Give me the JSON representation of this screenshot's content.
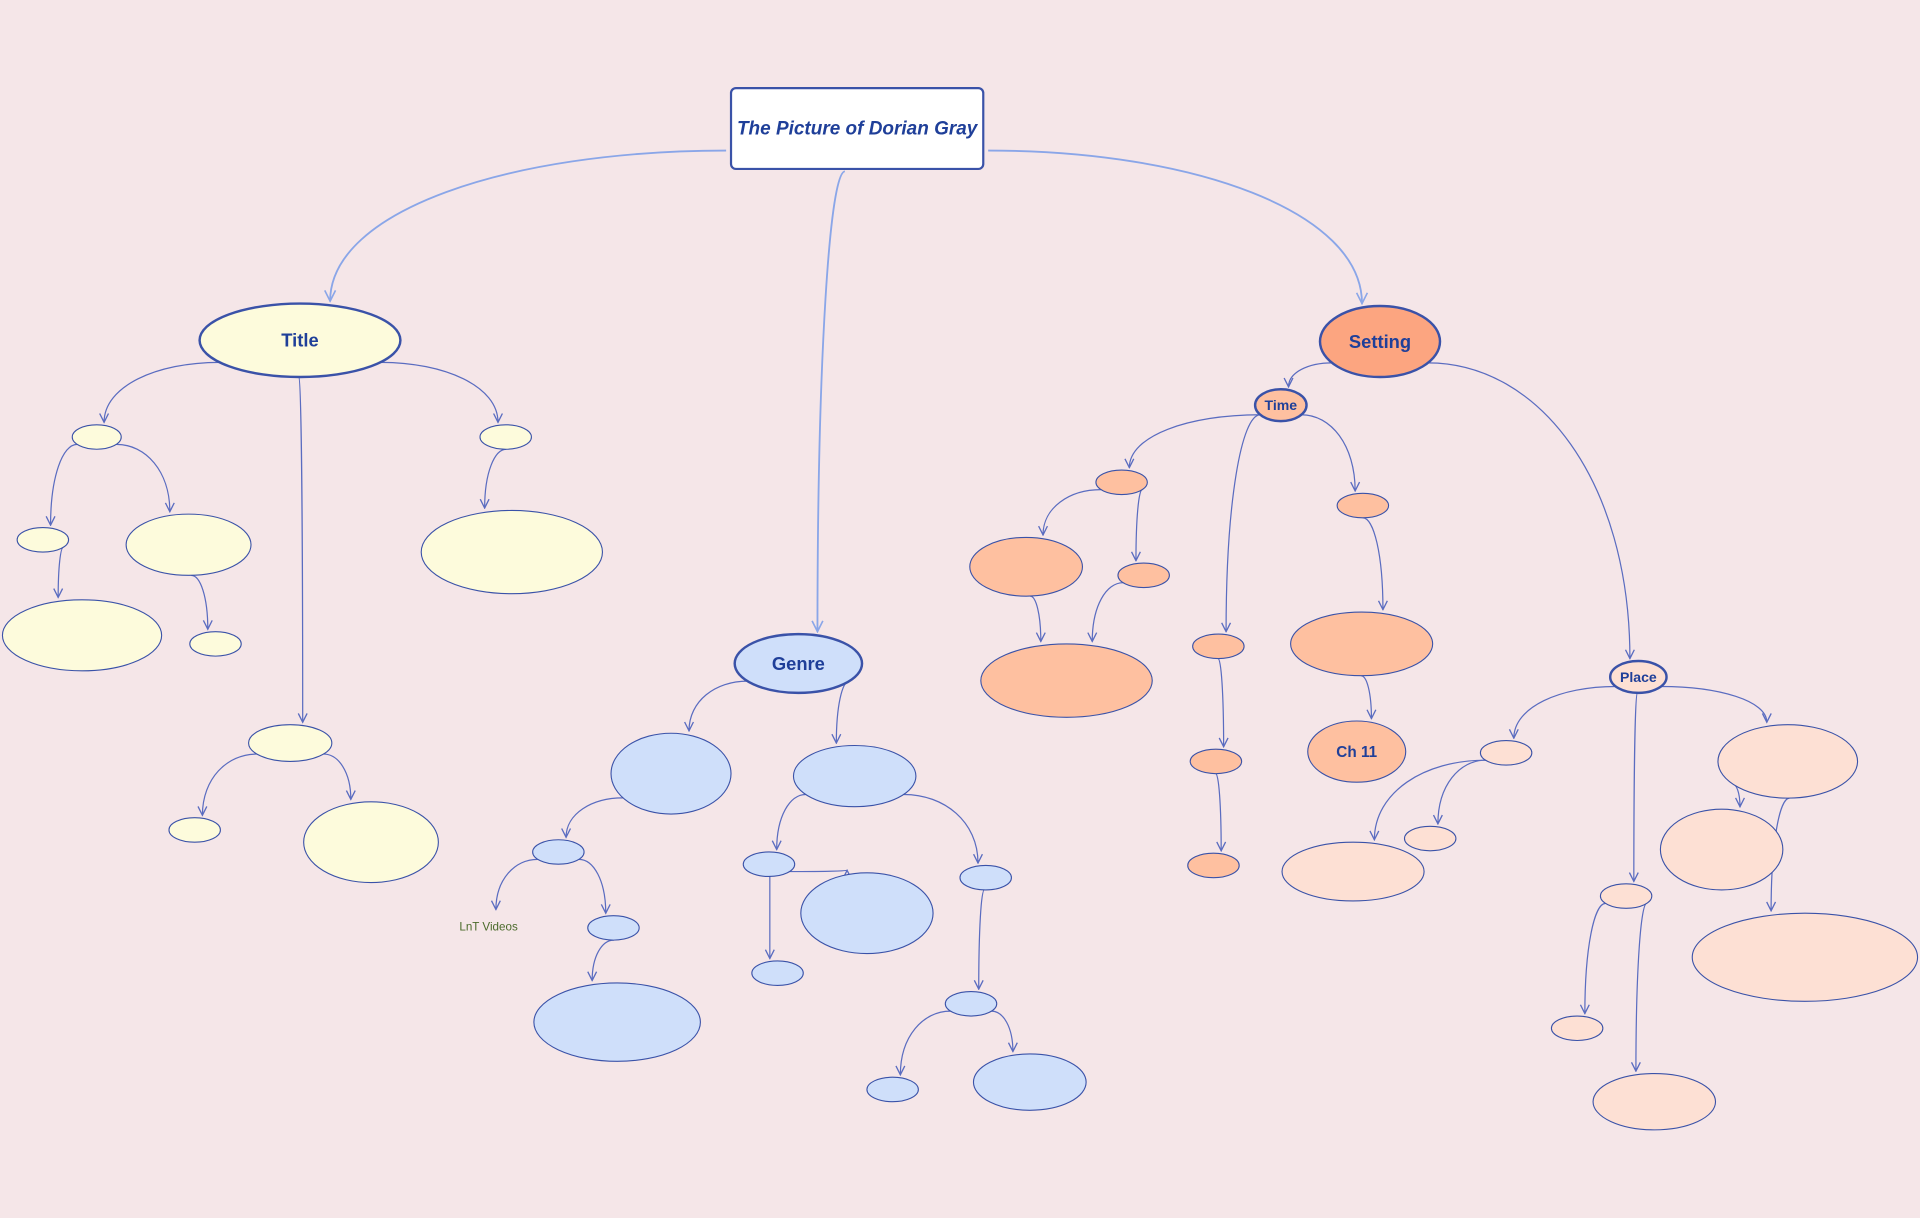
{
  "root": {
    "label": "The Picture of Dorian Gray"
  },
  "branches": {
    "title": {
      "label": "Title",
      "fill": "#fdfbdc"
    },
    "genre": {
      "label": "Genre",
      "fill": "#cfdffa"
    },
    "setting": {
      "label": "Setting",
      "fill": "#fca580"
    },
    "time": {
      "label": "Time",
      "fill": "#fec0a0"
    },
    "place": {
      "label": "Place",
      "fill": "#fde0d4"
    },
    "ch11": {
      "label": "Ch 11"
    }
  },
  "annotation": {
    "label": "LnT Videos",
    "color": "#4a6a2a"
  },
  "colors": {
    "background": "#f5e6e8",
    "border": "#3a52a8",
    "edge": "#5a6cc0",
    "edge_light": "#8aa6e8",
    "text": "#1f3f99"
  }
}
